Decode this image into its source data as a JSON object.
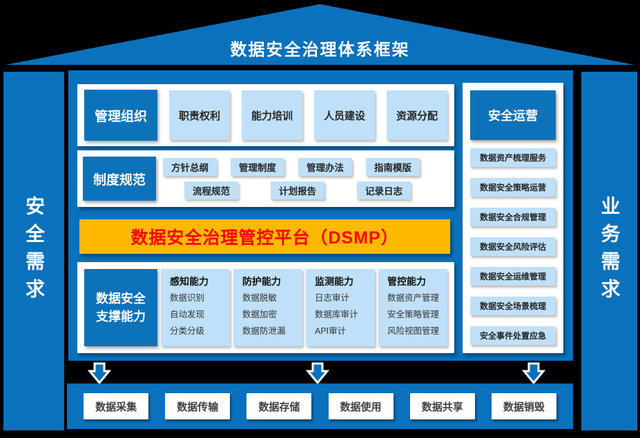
{
  "title": "数据安全治理体系框架",
  "left_pillar": "安全需求",
  "right_pillar": "业务需求",
  "management_row": {
    "header": "管理组织",
    "items": [
      "职责权利",
      "能力培训",
      "人员建设",
      "资源分配"
    ]
  },
  "regulation_row": {
    "header": "制度规范",
    "row1": [
      "方针总纲",
      "管理制度",
      "管理办法",
      "指南模版"
    ],
    "row2": [
      "流程规范",
      "计划报告",
      "记录日志"
    ]
  },
  "platform_bar": "数据安全治理管控平台（DSMP）",
  "capability_row": {
    "header_line1": "数据安全",
    "header_line2": "支撑能力",
    "columns": [
      {
        "title": "感知能力",
        "items": [
          "数据识别",
          "自动发现",
          "分类分级"
        ]
      },
      {
        "title": "防护能力",
        "items": [
          "数据脱敏",
          "数据加密",
          "数据防泄漏"
        ]
      },
      {
        "title": "监测能力",
        "items": [
          "日志审计",
          "数据库审计",
          "API审计"
        ]
      },
      {
        "title": "管控能力",
        "items": [
          "数据资产管理",
          "安全策略管理",
          "风险视图管理"
        ]
      }
    ]
  },
  "operation_panel": {
    "header": "安全运营",
    "items": [
      "数据资产梳理服务",
      "数据安全策略运营",
      "数据安全合规管理",
      "数据安全风险评估",
      "数据安全运维管理",
      "数据安全场景梳理",
      "安全事件处置应急"
    ]
  },
  "lifecycle": [
    "数据采集",
    "数据传输",
    "数据存储",
    "数据使用",
    "数据共享",
    "数据销毁"
  ],
  "colors": {
    "blue": "#0A71BC",
    "dark_box_blue": "#0C72BA",
    "light_blue": "#BFE0F8",
    "orange": "#FFB900",
    "platform_text_red": "#FF0000",
    "background": "#000000"
  }
}
